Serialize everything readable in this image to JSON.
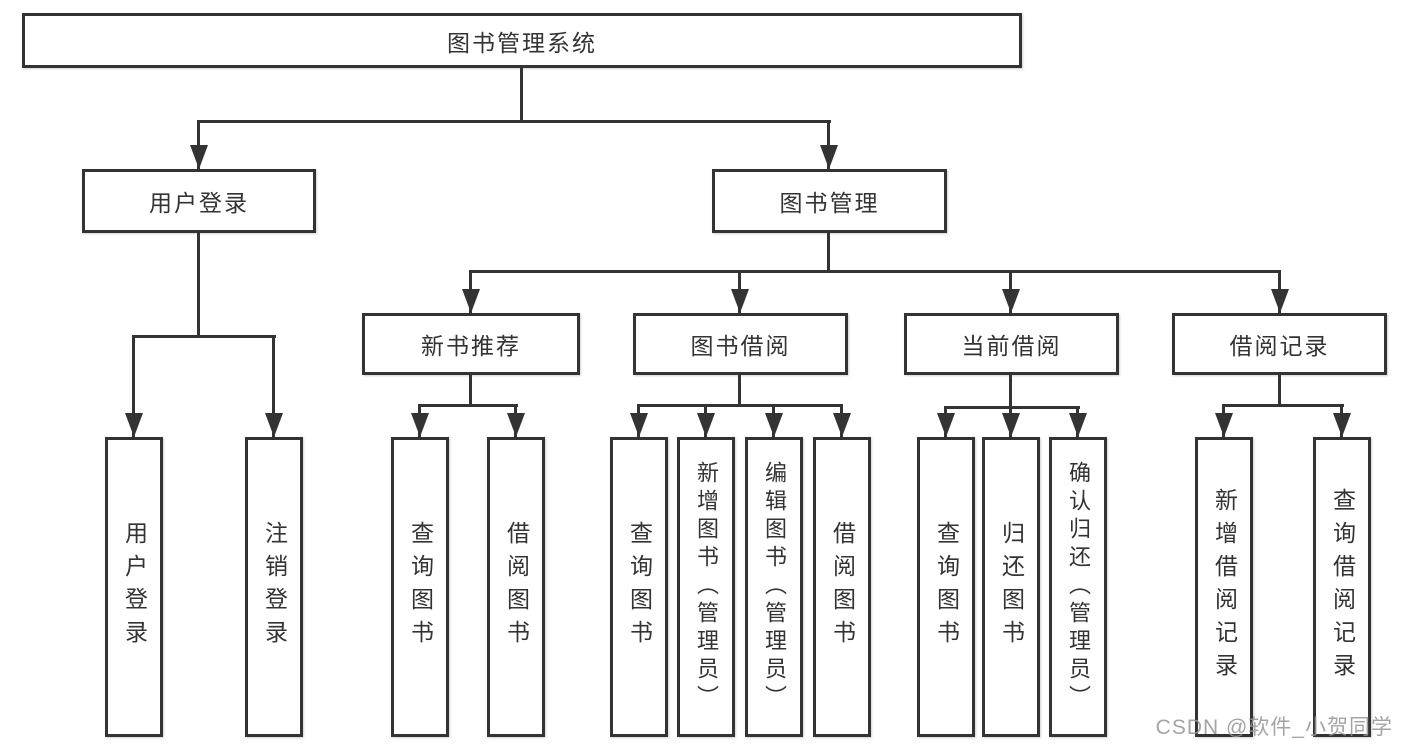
{
  "diagram_type": "function-structure-tree",
  "watermark": "CSDN @软件_小贺同学",
  "colors": {
    "line": "#333333",
    "box_border": "#333333",
    "text": "#333333",
    "watermark": "#949494",
    "background": "#ffffff"
  },
  "tree": {
    "label": "图书管理系统",
    "children": [
      {
        "label": "用户登录",
        "children": [
          {
            "label": "用户登录"
          },
          {
            "label": "注销登录"
          }
        ]
      },
      {
        "label": "图书管理",
        "children": [
          {
            "label": "新书推荐",
            "children": [
              {
                "label": "查询图书"
              },
              {
                "label": "借阅图书"
              }
            ]
          },
          {
            "label": "图书借阅",
            "children": [
              {
                "label": "查询图书"
              },
              {
                "label": "新增图书（管理员）"
              },
              {
                "label": "编辑图书（管理员）"
              },
              {
                "label": "借阅图书"
              }
            ]
          },
          {
            "label": "当前借阅",
            "children": [
              {
                "label": "查询图书"
              },
              {
                "label": "归还图书"
              },
              {
                "label": "确认归还（管理员）"
              }
            ]
          },
          {
            "label": "借阅记录",
            "children": [
              {
                "label": "新增借阅记录"
              },
              {
                "label": "查询借阅记录"
              }
            ]
          }
        ]
      }
    ]
  }
}
